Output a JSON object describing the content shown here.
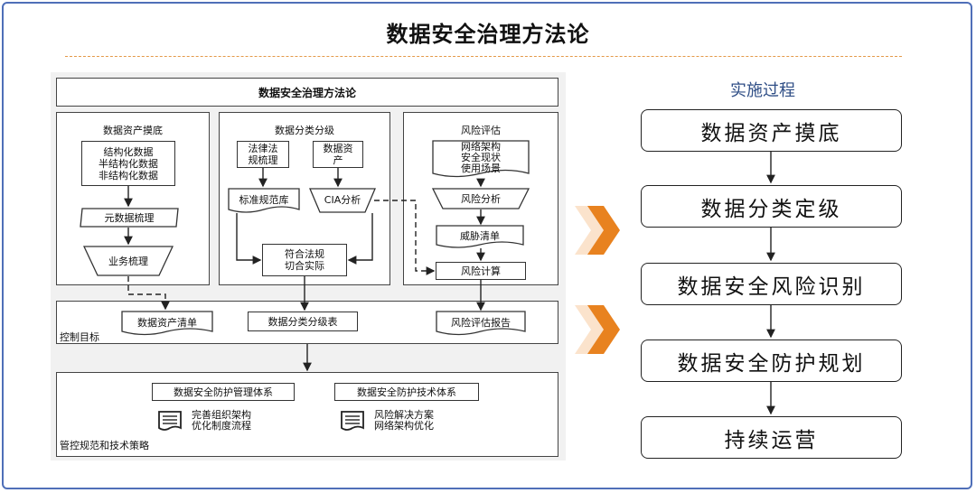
{
  "page": {
    "title": "数据安全治理方法论"
  },
  "methodology": {
    "header": "数据安全治理方法论",
    "asset": {
      "title": "数据资产摸底",
      "types": "结构化数据\n半结构化数据\n非结构化数据",
      "meta": "元数据梳理",
      "business": "业务梳理"
    },
    "classify": {
      "title": "数据分类分级",
      "law": "法律法\n规梳理",
      "data_asset": "数据资\n产",
      "standard": "标准规范库",
      "cia": "CIA分析",
      "comply": "符合法规\n切合实际"
    },
    "risk": {
      "title": "风险评估",
      "status": "网络架构\n安全现状\n使用场景",
      "analysis": "风险分析",
      "threats": "威胁清单",
      "calc": "风险计算"
    },
    "control": {
      "label": "控制目标",
      "asset_list": "数据资产清单",
      "classify_table": "数据分类分级表",
      "risk_report": "风险评估报告"
    },
    "policy": {
      "label": "管控规范和技术策略",
      "mgmt": "数据安全防护管理体系",
      "tech": "数据安全防护技术体系",
      "mgmt_items": "完善组织架构\n优化制度流程",
      "tech_items": "风险解决方案\n网络架构优化"
    }
  },
  "process": {
    "title": "实施过程",
    "steps": [
      "数据资产摸底",
      "数据分类定级",
      "数据安全风险识别",
      "数据安全防护规划",
      "持续运营"
    ]
  },
  "colors": {
    "accent": "#e8821f",
    "frame": "#4f6fb8",
    "process_title": "#2f4e86"
  }
}
